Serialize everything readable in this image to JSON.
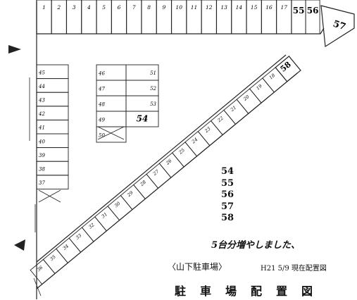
{
  "top_row": [
    "1",
    "2",
    "3",
    "4",
    "5",
    "6",
    "7",
    "8",
    "9",
    "10",
    "11",
    "12",
    "13",
    "14",
    "15",
    "16",
    "17"
  ],
  "top_added": [
    "55",
    "56"
  ],
  "corner_added": "57",
  "left_column": [
    "45",
    "44",
    "43",
    "42",
    "41",
    "40",
    "39",
    "38",
    "37"
  ],
  "middle_left": [
    "46",
    "47",
    "48",
    "49",
    "50"
  ],
  "middle_right": [
    "51",
    "52",
    "53"
  ],
  "middle_added": "54",
  "diagonal_row": [
    "18",
    "19",
    "20",
    "21",
    "22",
    "23",
    "24",
    "25",
    "26",
    "27",
    "28",
    "29",
    "30",
    "31",
    "32",
    "33",
    "34",
    "35",
    "36"
  ],
  "diagonal_added": "58",
  "added_list": [
    "54",
    "55",
    "56",
    "57",
    "58"
  ],
  "note": "5台分増やしました、",
  "subtitle": "〈山下駐車場〉",
  "date_note": "H21 5/9 現在配置図",
  "title": "駐　車　場　配　置　図"
}
